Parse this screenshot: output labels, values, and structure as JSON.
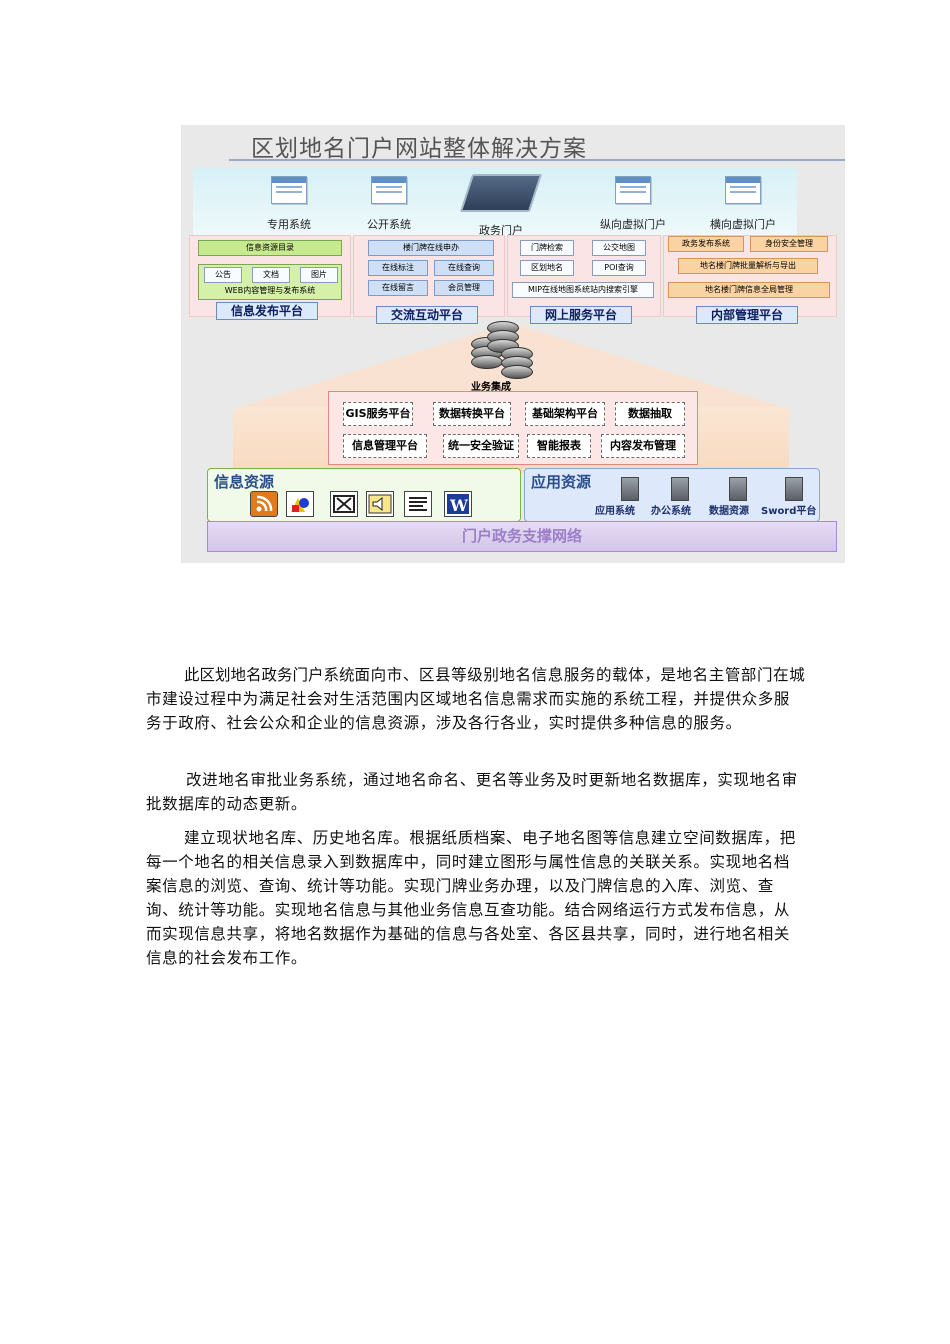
{
  "figure": {
    "title": "区划地名门户网站整体解决方案",
    "top_items": [
      "专用系统",
      "公开系统",
      "政务门户",
      "纵向虚拟门户",
      "横向虚拟门户"
    ],
    "platforms": [
      {
        "label": "信息发布平台",
        "items": [
          "信息资源目录",
          "公告",
          "文档",
          "图片",
          "WEB内容管理与发布系统"
        ]
      },
      {
        "label": "交流互动平台",
        "items": [
          "楼门牌在线申办",
          "在线标注",
          "在线查询",
          "在线留言",
          "会员管理"
        ]
      },
      {
        "label": "网上服务平台",
        "items": [
          "门牌检索",
          "公交地图",
          "区划地名",
          "POI查询",
          "MIP在线地图系统站内搜索引擎"
        ]
      },
      {
        "label": "内部管理平台",
        "items": [
          "政务发布系统",
          "身份安全管理",
          "地名楼门牌批量解析与导出",
          "地名楼门牌信息全局管理"
        ]
      }
    ],
    "business_integration": "业务集成",
    "services": [
      "GIS服务平台",
      "数据转换平台",
      "基础架构平台",
      "数据抽取",
      "信息管理平台",
      "统一安全验证",
      "智能报表",
      "内容发布管理"
    ],
    "info_resources": {
      "title": "信息资源",
      "icons": [
        "rss-icon",
        "shapes-icon",
        "video-icon",
        "audio-icon",
        "text-doc-icon",
        "word-doc-icon"
      ]
    },
    "app_resources": {
      "title": "应用资源",
      "items": [
        "应用系统",
        "办公系统",
        "数据资源",
        "Sword平台"
      ]
    },
    "network": "门户政务支撑网络"
  },
  "paragraphs": [
    {
      "lead": "此区划地名政务门户系统",
      "text": "面向市、区县等级别地名信息服务的载体，是地名主管部门在城市建设过程中为满足社会对生活范围内区域地名信息需求而实施的系统工程，并提供众多服务于政府、社会公众和企业的信息资源，涉及各行各业，实时提供多种信息的服务。"
    },
    {
      "lead": "",
      "text": "改进地名审批业务系统，通过地名命名、更名等业务及时更新地名数据库，实现地名审批数据库的动态更新。"
    },
    {
      "lead": "",
      "text": "建立现状地名库、历史地名库。根据纸质档案、电子地名图等信息建立空间数据库，把每一个地名的相关信息录入到数据库中，同时建立图形与属性信息的关联关系。实现地名档案信息的浏览、查询、统计等功能。实现门牌业务办理，以及门牌信息的入库、浏览、查询、统计等功能。实现地名信息与其他业务信息互查功能。结合网络运行方式发布信息，从而实现信息共享，将地名数据作为基础的信息与各处室、各区县共享，同时，进行地名相关信息的社会发布工作。"
    }
  ]
}
